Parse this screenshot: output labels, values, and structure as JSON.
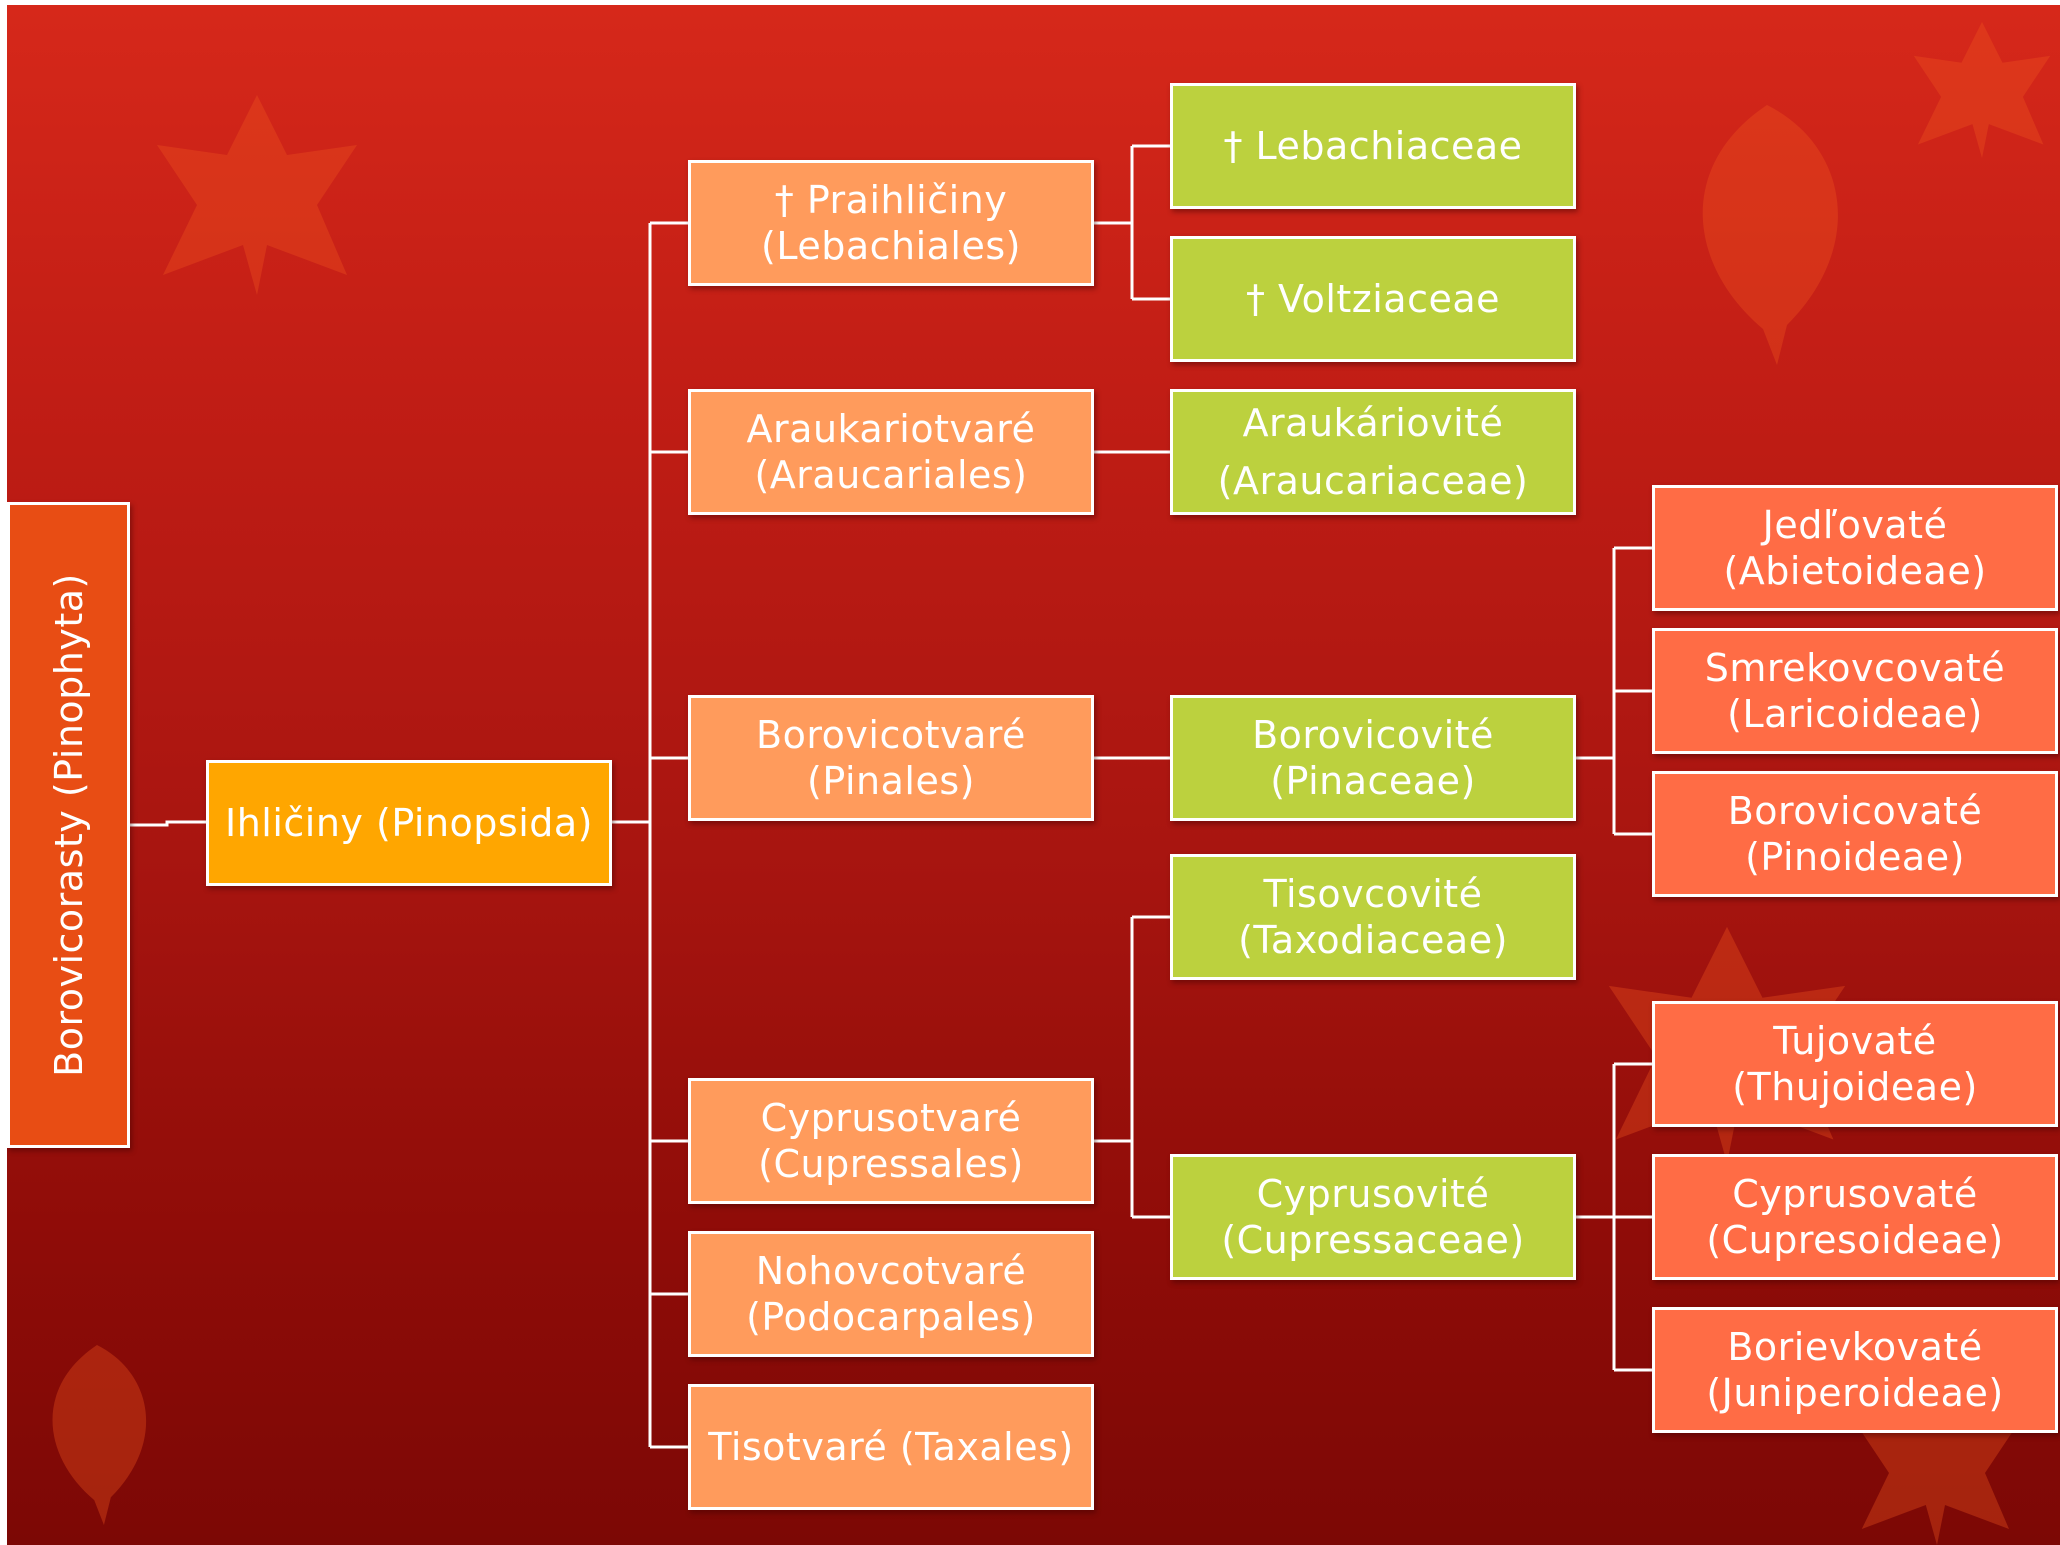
{
  "root": {
    "label": "Borovicorasty (Pinophyta)"
  },
  "class": {
    "label": "Ihličiny (Pinopsida)"
  },
  "orders": [
    {
      "line1": "† Praihličiny",
      "line2": "(Lebachiales)"
    },
    {
      "line1": "Araukariotvaré",
      "line2": "(Araucariales)"
    },
    {
      "line1": "Borovicotvaré",
      "line2": "(Pinales)"
    },
    {
      "line1": "Cyprusotvaré",
      "line2": "(Cupressales)"
    },
    {
      "line1": "Nohovcotvaré",
      "line2": "(Podocarpales)"
    },
    {
      "line1": "Tisotvaré (Taxales)",
      "line2": ""
    }
  ],
  "families": [
    {
      "line1": "† Lebachiaceae",
      "line2": ""
    },
    {
      "line1": "† Voltziaceae",
      "line2": ""
    },
    {
      "line1": "Araukáriovité",
      "line2": "(Araucariaceae)"
    },
    {
      "line1": "Borovicovité",
      "line2": "(Pinaceae)"
    },
    {
      "line1": "Tisovcovité",
      "line2": "(Taxodiaceae)"
    },
    {
      "line1": "Cyprusovité",
      "line2": "(Cupressaceae)"
    }
  ],
  "subfamilies": [
    {
      "line1": "Jedľovaté",
      "line2": "(Abietoideae)"
    },
    {
      "line1": "Smrekovcovaté",
      "line2": "(Laricoideae)"
    },
    {
      "line1": "Borovicovaté",
      "line2": "(Pinoideae)"
    },
    {
      "line1": "Tujovaté",
      "line2": "(Thujoideae)"
    },
    {
      "line1": "Cyprusovaté",
      "line2": "(Cupresoideae)"
    },
    {
      "line1": "Borievkovaté",
      "line2": "(Juniperoideae)"
    }
  ],
  "colors": {
    "root": "#e84d14",
    "class": "#ffa600",
    "order": "#ff9b5c",
    "family": "#bcd13e",
    "subfamily": "#ff6c45",
    "background_top": "#d6281a",
    "background_bottom": "#7c0805",
    "connector": "#ffffff"
  }
}
